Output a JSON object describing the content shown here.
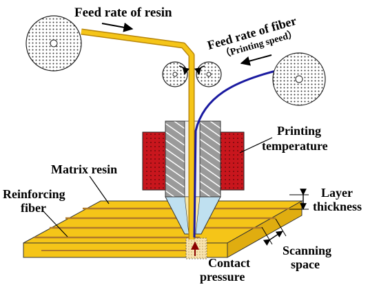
{
  "labels": {
    "feed_rate_resin": "Feed rate of resin",
    "feed_rate_fiber": "Feed rate of fiber",
    "printing_speed": "（Printing speed）",
    "printing_temperature_1": "Printing",
    "printing_temperature_2": "temperature",
    "matrix_resin": "Matrix resin",
    "reinforcing_fiber_1": "Reinforcing",
    "reinforcing_fiber_2": "fiber",
    "layer_thickness_1": "Layer",
    "layer_thickness_2": "thickness",
    "scanning_space_1": "Scanning",
    "scanning_space_2": "space",
    "contact_pressure_1": "Contact",
    "contact_pressure_2": "pressure"
  },
  "colors": {
    "resin": "#f5c518",
    "resin_dark": "#b8860b",
    "fiber": "#1a1aa0",
    "heater": "#c8161d",
    "nozzle_body": "#a9a9a9",
    "nozzle_tip": "#bfe0f0",
    "fiber_strand": "#b07a2a",
    "pressure_arrow": "#8b0000"
  },
  "icons": {
    "resin_spool": "spool-icon",
    "fiber_spool": "spool-icon",
    "feed_rollers": "roller-icon"
  }
}
